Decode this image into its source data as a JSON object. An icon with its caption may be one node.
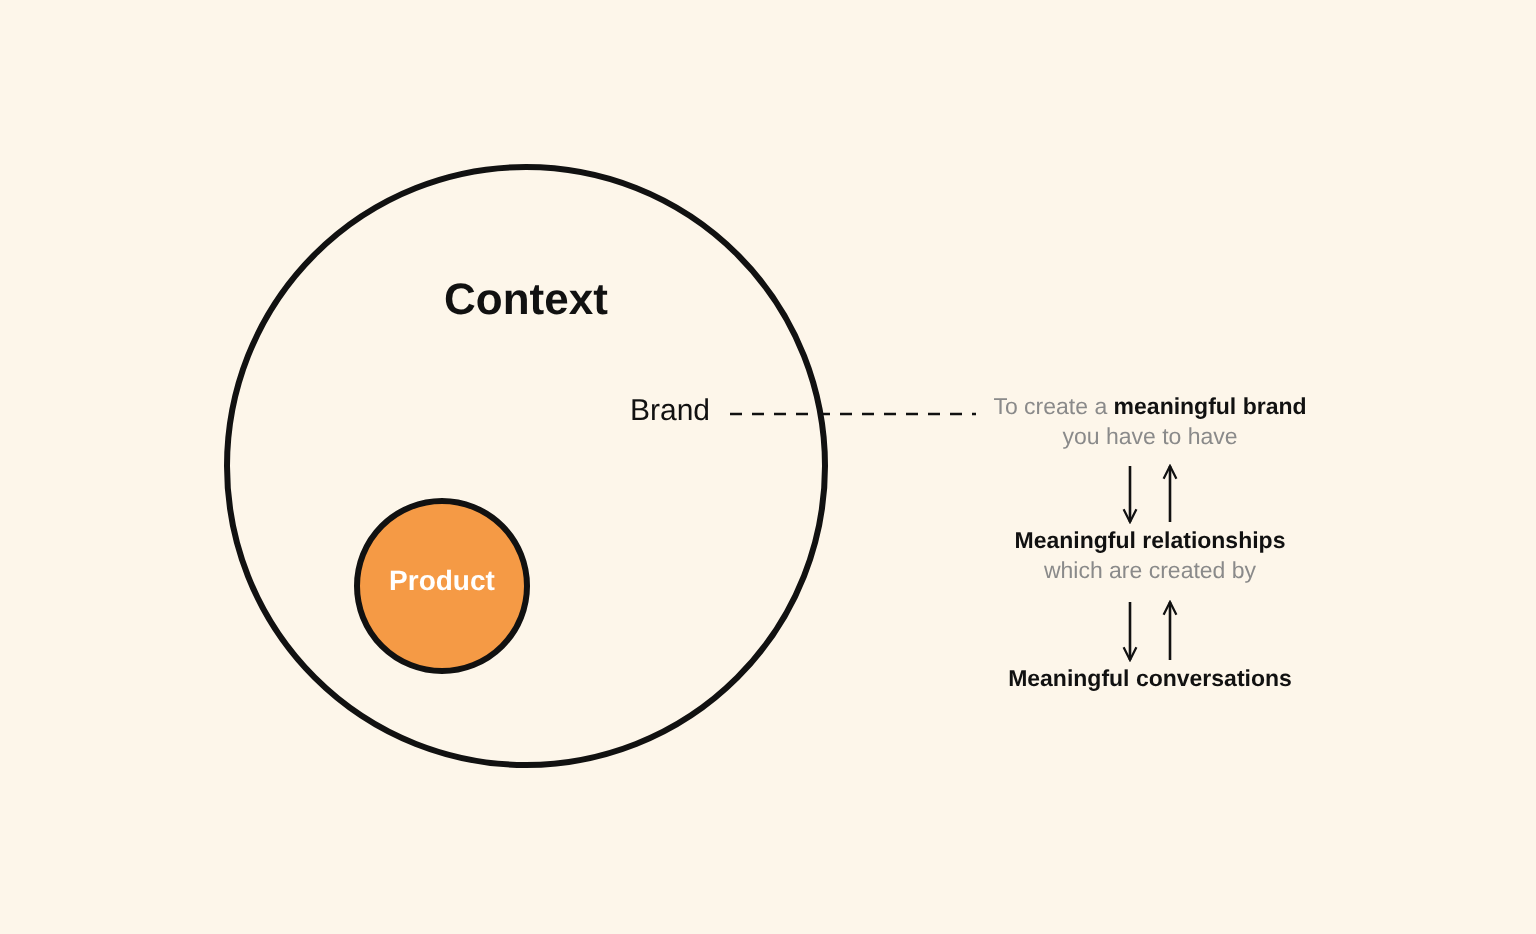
{
  "diagram": {
    "nodes": [
      {
        "text": [
          "Context"
        ]
      },
      {
        "text": [
          "Product"
        ],
        "in": 0
      },
      {
        "text": [
          "Brand"
        ],
        "in": 0
      },
      {
        "text": [
          "To create a **meaningful brand** you have to have"
        ]
      },
      {
        "text": [
          "Meaningful relationships",
          "which are created by"
        ]
      },
      {
        "text": [
          "Meaningful conversations"
        ]
      }
    ],
    "edges": [
      {
        "from": 2,
        "to": 3,
        "arrow": "none",
        "style": "dashed"
      },
      {
        "from": 3,
        "to": 4,
        "arrow": "to"
      },
      {
        "from": 4,
        "to": 3,
        "arrow": "to"
      },
      {
        "from": 4,
        "to": 5,
        "arrow": "to"
      },
      {
        "from": 5,
        "to": 4,
        "arrow": "to"
      }
    ]
  }
}
